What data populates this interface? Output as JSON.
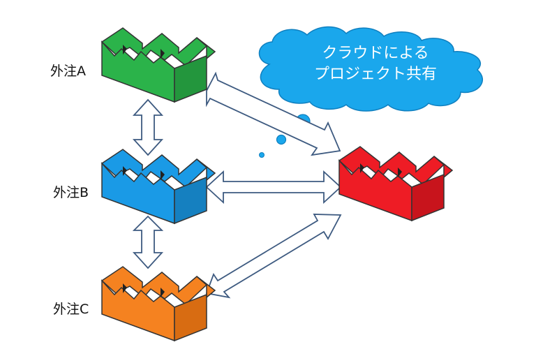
{
  "labels": {
    "a": "外注A",
    "b": "外注B",
    "c": "外注C"
  },
  "cloud": {
    "line1": "クラウドによる",
    "line2": "プロジェクト共有"
  },
  "colors": {
    "factory_a": "#2bb34a",
    "factory_b": "#1a9ae6",
    "factory_c": "#f58220",
    "factory_main": "#ee1c25",
    "cloud": "#1aa7ec",
    "arrow_stroke": "#3d5a80"
  }
}
